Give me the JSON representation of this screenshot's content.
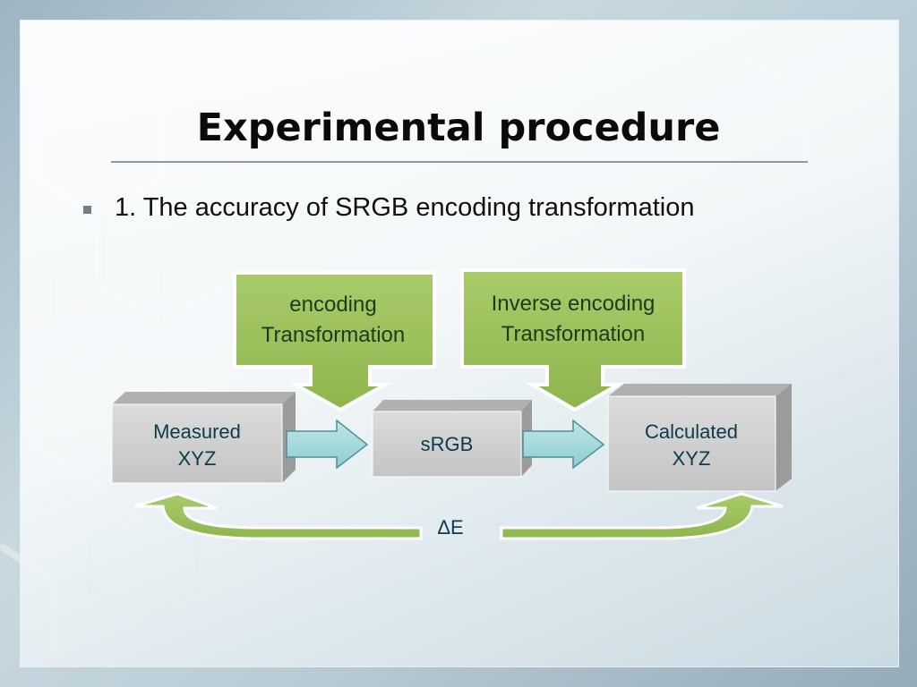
{
  "slide": {
    "title": "Experimental procedure",
    "bullet": "1. The accuracy of SRGB encoding transformation"
  },
  "diagram": {
    "encoding_box": {
      "line1": "encoding",
      "line2": "Transformation"
    },
    "inverse_box": {
      "line1": "Inverse encoding",
      "line2": "Transformation"
    },
    "measured_block": {
      "line1": "Measured",
      "line2": "XYZ"
    },
    "srgb_block": {
      "line1": "sRGB"
    },
    "calculated_block": {
      "line1": "Calculated",
      "line2": "XYZ"
    },
    "delta_label": "ΔE"
  },
  "colors": {
    "green": "#9bc05a",
    "block_face": "#d0d0d0",
    "cyan_arrow": "#9ed5d8",
    "text_green": "#1e3a1a",
    "text_block": "#0b3b4d"
  }
}
